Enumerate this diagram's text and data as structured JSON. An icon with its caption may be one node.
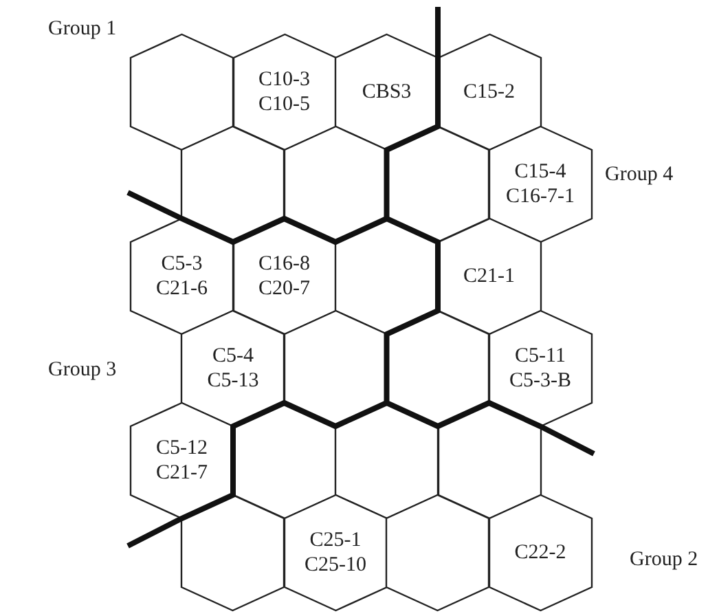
{
  "diagram": {
    "nodes": [
      {
        "text": [],
        "shape": "hexagon"
      },
      {
        "text": [
          "C10-3",
          "C10-5"
        ]
      },
      {
        "text": [
          "CBS3"
        ]
      },
      {
        "text": [
          "C15-2"
        ]
      },
      {
        "text": [],
        "shape": "hexagon"
      },
      {
        "text": [],
        "shape": "hexagon"
      },
      {
        "text": [],
        "shape": "hexagon"
      },
      {
        "text": [
          "C15-4",
          "C16-7-1"
        ]
      },
      {
        "text": [
          "C5-3",
          "C21-6"
        ]
      },
      {
        "text": [
          "C16-8",
          "C20-7"
        ]
      },
      {
        "text": [],
        "shape": "hexagon"
      },
      {
        "text": [
          "C21-1"
        ]
      },
      {
        "text": [
          "C5-4",
          "C5-13"
        ]
      },
      {
        "text": [],
        "shape": "hexagon"
      },
      {
        "text": [],
        "shape": "hexagon"
      },
      {
        "text": [
          "C5-11",
          "C5-3-B"
        ]
      },
      {
        "text": [
          "C5-12",
          "C21-7"
        ]
      },
      {
        "text": [],
        "shape": "hexagon"
      },
      {
        "text": [],
        "shape": "hexagon"
      },
      {
        "text": [],
        "shape": "hexagon"
      },
      {
        "text": [],
        "shape": "hexagon"
      },
      {
        "text": [
          "C25-1",
          "C25-10"
        ]
      },
      {
        "text": [],
        "shape": "hexagon"
      },
      {
        "text": [
          "C22-2"
        ]
      }
    ],
    "labels": [
      "Group 1",
      "Group 4",
      "Group 3",
      "Group 2"
    ]
  }
}
